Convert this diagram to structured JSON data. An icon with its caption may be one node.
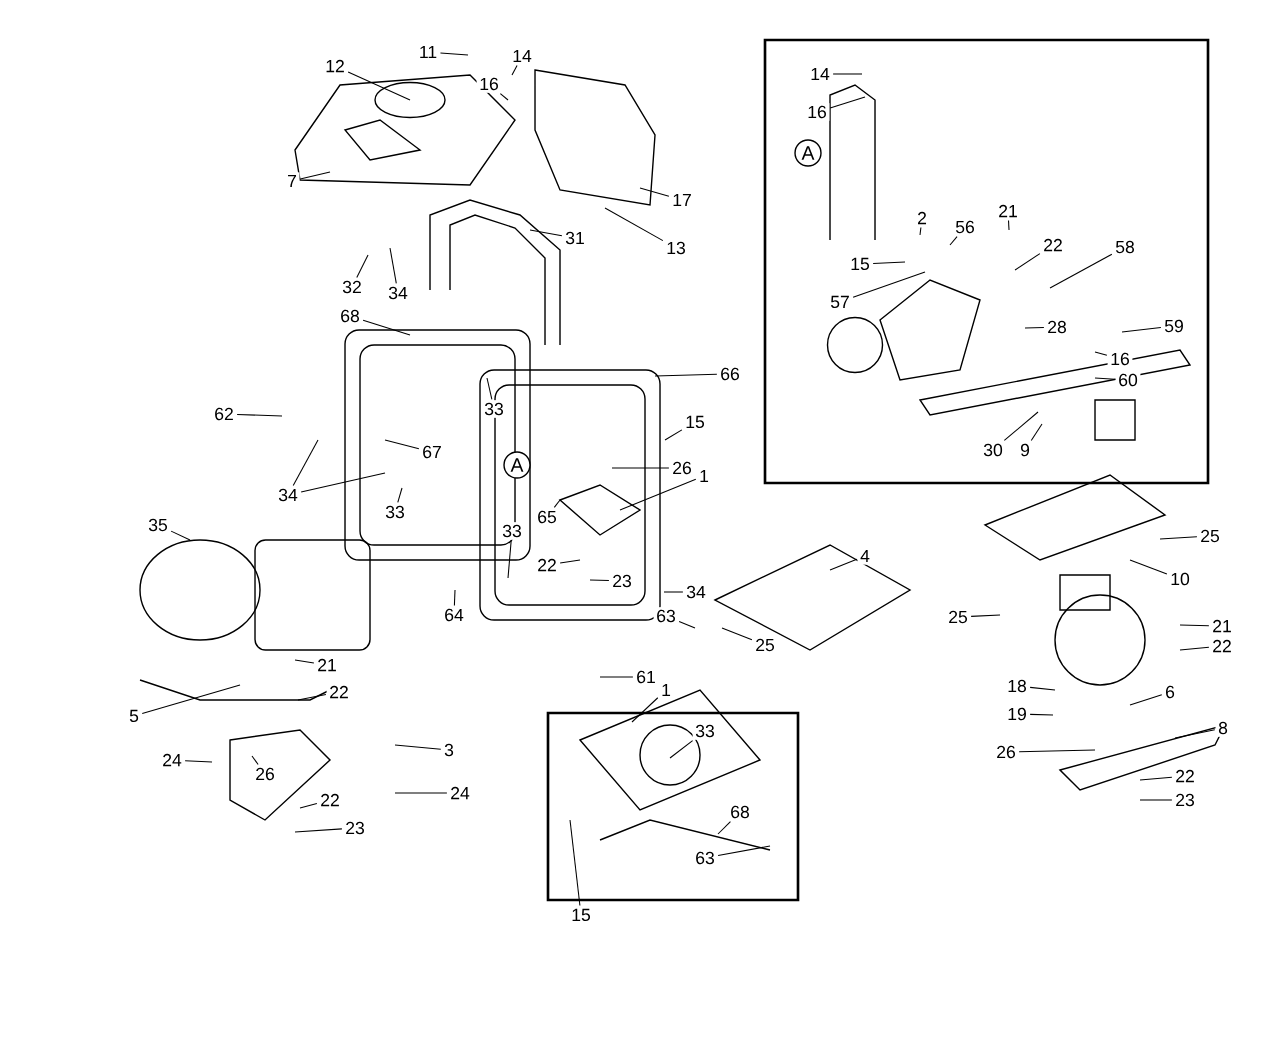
{
  "diagram": {
    "nodes": [
      {
        "text": [
          "11"
        ]
      },
      {
        "text": [
          "12"
        ]
      },
      {
        "text": [
          "14"
        ]
      },
      {
        "text": [
          "16"
        ]
      },
      {
        "text": [
          "7"
        ]
      },
      {
        "text": [
          "17"
        ]
      },
      {
        "text": [
          "13"
        ]
      },
      {
        "text": [
          "31"
        ]
      },
      {
        "text": [
          "32"
        ]
      },
      {
        "text": [
          "34"
        ]
      },
      {
        "text": [
          "68"
        ]
      },
      {
        "text": [
          "33"
        ]
      },
      {
        "text": [
          "66"
        ]
      },
      {
        "text": [
          "62"
        ]
      },
      {
        "text": [
          "15"
        ]
      },
      {
        "text": [
          "67"
        ]
      },
      {
        "text": [
          "34"
        ]
      },
      {
        "text": [
          "33"
        ]
      },
      {
        "text": [
          "26"
        ]
      },
      {
        "text": [
          "1"
        ]
      },
      {
        "text": [
          "65"
        ]
      },
      {
        "text": [
          "35"
        ]
      },
      {
        "text": [
          "33"
        ]
      },
      {
        "text": [
          "22"
        ]
      },
      {
        "text": [
          "23"
        ]
      },
      {
        "text": [
          "34"
        ]
      },
      {
        "text": [
          "63"
        ]
      },
      {
        "text": [
          "4"
        ]
      },
      {
        "text": [
          "64"
        ]
      },
      {
        "text": [
          "25"
        ]
      },
      {
        "text": [
          "21"
        ]
      },
      {
        "text": [
          "22"
        ]
      },
      {
        "text": [
          "5"
        ]
      },
      {
        "text": [
          "3"
        ]
      },
      {
        "text": [
          "24"
        ]
      },
      {
        "text": [
          "24"
        ]
      },
      {
        "text": [
          "26"
        ]
      },
      {
        "text": [
          "22"
        ]
      },
      {
        "text": [
          "23"
        ]
      },
      {
        "text": [
          "61"
        ]
      },
      {
        "text": [
          "1"
        ]
      },
      {
        "text": [
          "33"
        ]
      },
      {
        "text": [
          "68"
        ]
      },
      {
        "text": [
          "63"
        ]
      },
      {
        "text": [
          "15"
        ]
      },
      {
        "text": [
          "14"
        ]
      },
      {
        "text": [
          "16"
        ]
      },
      {
        "text": [
          "2"
        ]
      },
      {
        "text": [
          "21"
        ]
      },
      {
        "text": [
          "56"
        ]
      },
      {
        "text": [
          "22"
        ]
      },
      {
        "text": [
          "58"
        ]
      },
      {
        "text": [
          "15"
        ]
      },
      {
        "text": [
          "57"
        ]
      },
      {
        "text": [
          "28"
        ]
      },
      {
        "text": [
          "59"
        ]
      },
      {
        "text": [
          "16"
        ]
      },
      {
        "text": [
          "60"
        ]
      },
      {
        "text": [
          "30"
        ]
      },
      {
        "text": [
          "9"
        ]
      },
      {
        "text": [
          "25"
        ]
      },
      {
        "text": [
          "10"
        ]
      },
      {
        "text": [
          "25"
        ]
      },
      {
        "text": [
          "21"
        ]
      },
      {
        "text": [
          "22"
        ]
      },
      {
        "text": [
          "18"
        ]
      },
      {
        "text": [
          "6"
        ]
      },
      {
        "text": [
          "19"
        ]
      },
      {
        "text": [
          "8"
        ]
      },
      {
        "text": [
          "26"
        ]
      },
      {
        "text": [
          "22"
        ]
      },
      {
        "text": [
          "23"
        ]
      }
    ],
    "edges": [
      {
        "from": 0,
        "to": null,
        "arrow": "none"
      },
      {
        "from": 1,
        "to": null,
        "arrow": "none"
      },
      {
        "from": 2,
        "to": null,
        "arrow": "none"
      },
      {
        "from": 3,
        "to": null,
        "arrow": "none"
      },
      {
        "from": 4,
        "to": null,
        "arrow": "none"
      },
      {
        "from": 5,
        "to": null,
        "arrow": "none"
      },
      {
        "from": 6,
        "to": null,
        "arrow": "none"
      },
      {
        "from": 7,
        "to": null,
        "arrow": "none"
      },
      {
        "from": 8,
        "to": null,
        "arrow": "none"
      },
      {
        "from": 9,
        "to": null,
        "arrow": "none"
      },
      {
        "from": 10,
        "to": null,
        "arrow": "none"
      },
      {
        "from": 11,
        "to": null,
        "arrow": "none"
      },
      {
        "from": 12,
        "to": null,
        "arrow": "none"
      },
      {
        "from": 13,
        "to": null,
        "arrow": "none"
      },
      {
        "from": 14,
        "to": null,
        "arrow": "none"
      },
      {
        "from": 15,
        "to": null,
        "arrow": "none"
      },
      {
        "from": 16,
        "to": null,
        "arrow": "none"
      },
      {
        "from": 16,
        "to": null,
        "arrow": "none"
      },
      {
        "from": 17,
        "to": null,
        "arrow": "none"
      },
      {
        "from": 18,
        "to": null,
        "arrow": "none"
      },
      {
        "from": 19,
        "to": null,
        "arrow": "none"
      },
      {
        "from": 20,
        "to": null,
        "arrow": "none"
      },
      {
        "from": 21,
        "to": null,
        "arrow": "none"
      },
      {
        "from": 22,
        "to": null,
        "arrow": "none"
      },
      {
        "from": 23,
        "to": null,
        "arrow": "none"
      },
      {
        "from": 24,
        "to": null,
        "arrow": "none"
      },
      {
        "from": 25,
        "to": null,
        "arrow": "none"
      },
      {
        "from": 26,
        "to": null,
        "arrow": "none"
      },
      {
        "from": 27,
        "to": null,
        "arrow": "none"
      },
      {
        "from": 28,
        "to": null,
        "arrow": "none"
      },
      {
        "from": 29,
        "to": null,
        "arrow": "none"
      },
      {
        "from": 30,
        "to": null,
        "arrow": "none"
      },
      {
        "from": 31,
        "to": null,
        "arrow": "none"
      },
      {
        "from": 32,
        "to": null,
        "arrow": "none"
      },
      {
        "from": 33,
        "to": null,
        "arrow": "none"
      },
      {
        "from": 34,
        "to": null,
        "arrow": "none"
      },
      {
        "from": 35,
        "to": null,
        "arrow": "none"
      },
      {
        "from": 36,
        "to": null,
        "arrow": "none"
      },
      {
        "from": 37,
        "to": null,
        "arrow": "none"
      },
      {
        "from": 38,
        "to": null,
        "arrow": "none"
      },
      {
        "from": 39,
        "to": null,
        "arrow": "none"
      },
      {
        "from": 40,
        "to": null,
        "arrow": "none"
      },
      {
        "from": 41,
        "to": null,
        "arrow": "none"
      },
      {
        "from": 42,
        "to": null,
        "arrow": "none"
      },
      {
        "from": 43,
        "to": null,
        "arrow": "none"
      },
      {
        "from": 44,
        "to": null,
        "arrow": "none"
      },
      {
        "from": 45,
        "to": null,
        "arrow": "none"
      },
      {
        "from": 46,
        "to": null,
        "arrow": "none"
      },
      {
        "from": 47,
        "to": null,
        "arrow": "none"
      },
      {
        "from": 48,
        "to": null,
        "arrow": "none"
      },
      {
        "from": 49,
        "to": null,
        "arrow": "none"
      },
      {
        "from": 50,
        "to": null,
        "arrow": "none"
      },
      {
        "from": 51,
        "to": null,
        "arrow": "none"
      },
      {
        "from": 52,
        "to": null,
        "arrow": "none"
      },
      {
        "from": 53,
        "to": null,
        "arrow": "none"
      },
      {
        "from": 54,
        "to": null,
        "arrow": "none"
      },
      {
        "from": 55,
        "to": null,
        "arrow": "none"
      },
      {
        "from": 56,
        "to": null,
        "arrow": "none"
      },
      {
        "from": 57,
        "to": null,
        "arrow": "none"
      },
      {
        "from": 58,
        "to": null,
        "arrow": "none"
      },
      {
        "from": 59,
        "to": null,
        "arrow": "none"
      },
      {
        "from": 60,
        "to": null,
        "arrow": "none"
      },
      {
        "from": 61,
        "to": null,
        "arrow": "none"
      },
      {
        "from": 62,
        "to": null,
        "arrow": "none"
      },
      {
        "from": 63,
        "to": null,
        "arrow": "none"
      },
      {
        "from": 64,
        "to": null,
        "arrow": "none"
      },
      {
        "from": 65,
        "to": null,
        "arrow": "none"
      },
      {
        "from": 66,
        "to": null,
        "arrow": "none"
      },
      {
        "from": 67,
        "to": null,
        "arrow": "none"
      },
      {
        "from": 68,
        "to": null,
        "arrow": "none"
      },
      {
        "from": 69,
        "to": null,
        "arrow": "none"
      },
      {
        "from": 70,
        "to": null,
        "arrow": "none"
      },
      {
        "from": 71,
        "to": null,
        "arrow": "none"
      }
    ],
    "labels": [
      "A",
      "A"
    ]
  }
}
